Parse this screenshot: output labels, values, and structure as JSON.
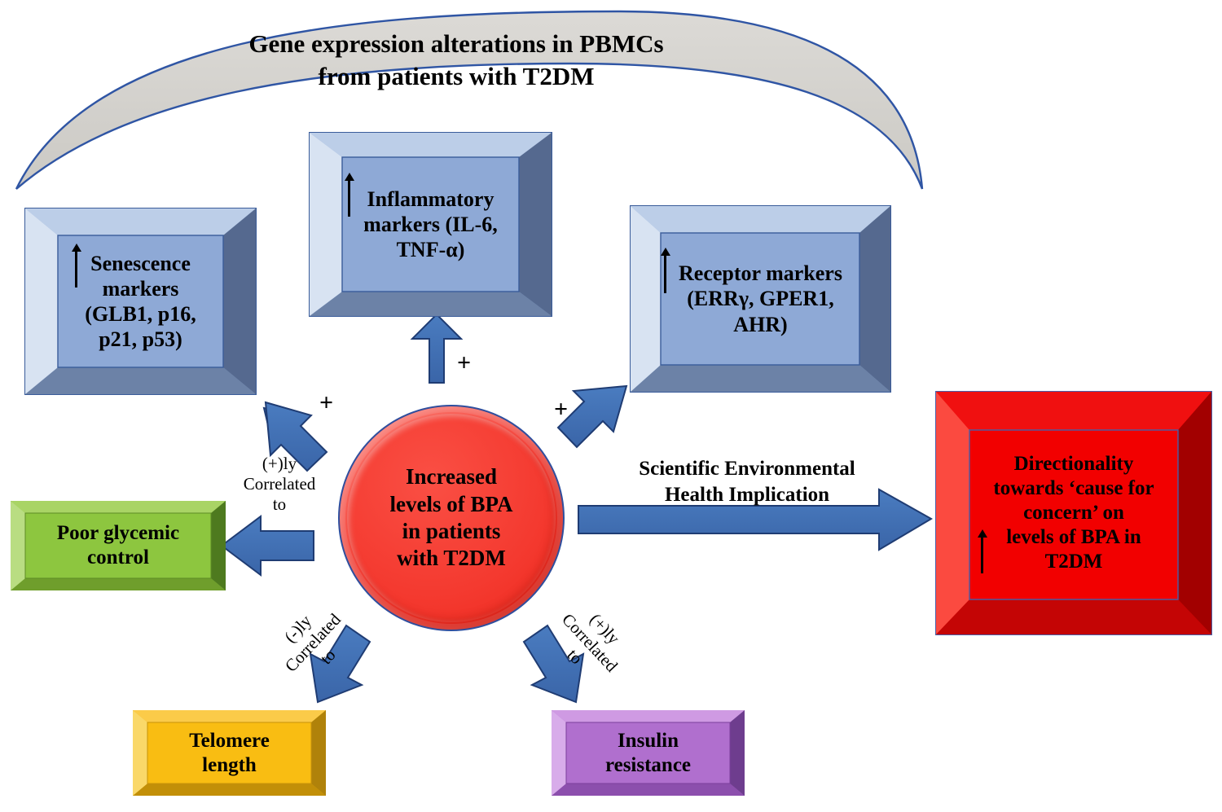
{
  "banner": {
    "text": "Gene expression alterations in PBMCs\nfrom patients with T2DM",
    "fill_color": "#d4d2cd",
    "stroke_color": "#2f55a4"
  },
  "center": {
    "label": "Increased\nlevels of BPA\nin patients\nwith T2DM",
    "color": "#f43a30",
    "border_color": "#2f4f9e"
  },
  "gene_boxes": [
    {
      "name": "senescence",
      "label": "Senescence\nmarkers\n(GLB1, p16,\np21, p53)",
      "arrow": "up-arrow",
      "face_color": "#8ea9d6",
      "frame_light": "#cfdcee",
      "frame_dark": "#5d7296",
      "stroke_color": "#3a5c9a"
    },
    {
      "name": "inflammatory",
      "label": "Inflammatory\nmarkers (IL-6,\nTNF-α)",
      "arrow": "up-arrow",
      "face_color": "#8ea9d6",
      "frame_light": "#cfdcee",
      "frame_dark": "#5d7296",
      "stroke_color": "#3a5c9a"
    },
    {
      "name": "receptor",
      "label": "Receptor markers\n(ERRγ, GPER1,\nAHR)",
      "arrow": "up-arrow",
      "face_color": "#8ea9d6",
      "frame_light": "#cfdcee",
      "frame_dark": "#5d7296",
      "stroke_color": "#3a5c9a"
    }
  ],
  "outcome_boxes": [
    {
      "name": "glycemic",
      "label": "Poor glycemic\ncontrol",
      "face_color": "#8dc63f",
      "frame_light": "#b6dd7a",
      "frame_dark": "#5d8c24",
      "stroke_color": "#4f7a1e"
    },
    {
      "name": "telomere",
      "label": "Telomere\nlength",
      "face_color": "#f5b50a",
      "frame_light": "#fad25c",
      "frame_dark": "#b8860b",
      "stroke_color": "#a9790a"
    },
    {
      "name": "insulin",
      "label": "Insulin\nresistance",
      "face_color": "#b36ad1",
      "frame_light": "#d4a3e6",
      "frame_dark": "#7b3f9c",
      "stroke_color": "#6f3a8c"
    }
  ],
  "directionality": {
    "name": "directionality",
    "label": "Directionality\ntowards ‘cause for\nconcern’ on\nlevels of BPA in\nT2DM",
    "arrow": "up-arrow",
    "face_color": "#f20000",
    "frame_light": "#f94040",
    "frame_dark": "#a50000",
    "stroke_color": "#4a5fa8"
  },
  "correlation_labels": [
    {
      "name": "left",
      "text": "(+)ly\nCorrelated\nto"
    },
    {
      "name": "bottom-left",
      "text": "(-)ly\nCorrelated\nto"
    },
    {
      "name": "bottom-right",
      "text": "(+)ly\nCorrelated\nto"
    }
  ],
  "plus_signs": [
    {
      "name": "top",
      "text": "+"
    },
    {
      "name": "left",
      "text": "+"
    },
    {
      "name": "right",
      "text": "+"
    }
  ],
  "implication": {
    "text": "Scientific  Environmental\nHealth Implication",
    "arrow_color": "#3f6fb5"
  },
  "arrows": {
    "fill_color": "#3f6fb5",
    "stroke_color": "#1f3c73",
    "items": [
      {
        "name": "arrow-to-inflammatory",
        "direction": "up"
      },
      {
        "name": "arrow-to-senescence",
        "direction": "up-left"
      },
      {
        "name": "arrow-to-receptor",
        "direction": "up-right"
      },
      {
        "name": "arrow-to-glycemic",
        "direction": "left"
      },
      {
        "name": "arrow-to-telomere",
        "direction": "down-left"
      },
      {
        "name": "arrow-to-insulin",
        "direction": "down-right"
      },
      {
        "name": "arrow-to-directionality",
        "direction": "right"
      }
    ]
  }
}
